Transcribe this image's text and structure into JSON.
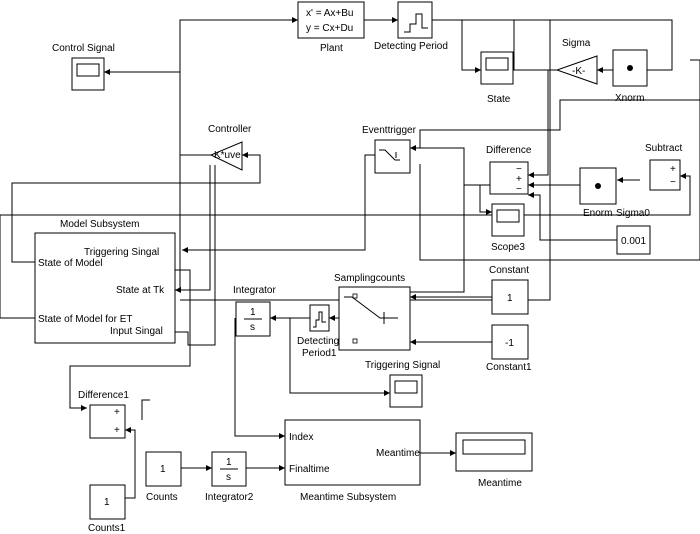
{
  "blocks": {
    "plant": {
      "name": "Plant",
      "eq1": "x' = Ax+Bu",
      "eq2": "y = Cx+Du"
    },
    "detecting_period": {
      "name": "Detecting Period"
    },
    "control_signal": {
      "name": "Control Signal"
    },
    "state_scope": {
      "name": "State"
    },
    "sigma": {
      "name": "Sigma",
      "gain": "-K-"
    },
    "xnorm": {
      "name": "Xnorm"
    },
    "controller": {
      "name": "Controller",
      "gain": "K*uve"
    },
    "eventtrigger": {
      "name": "Eventtrigger"
    },
    "difference": {
      "name": "Difference",
      "plus": "+",
      "minus": "−",
      "minus2": "−"
    },
    "subtract": {
      "name": "Subtract",
      "plus": "+",
      "minus": "−"
    },
    "enorm": {
      "name": "Enorm"
    },
    "sigma0": {
      "name": "Sigma0",
      "value": "0.001"
    },
    "scope3": {
      "name": "Scope3"
    },
    "model_subsystem": {
      "name": "Model Subsystem",
      "port_triggering": "Triggering Singal",
      "port_state_model": "State of Model",
      "port_state_tk": "State at Tk",
      "port_state_et": "State of Model for ET",
      "port_input": "Input Singal"
    },
    "integrator": {
      "name": "Integrator",
      "num": "1",
      "den": "s"
    },
    "detecting_period1": {
      "name1": "Detecting",
      "name2": "Period1"
    },
    "samplingcounts": {
      "name": "Samplingcounts"
    },
    "constant": {
      "name": "Constant",
      "value": "1"
    },
    "constant1": {
      "name": "Constant1",
      "value": "-1"
    },
    "triggering_signal": {
      "name": "Triggering Signal"
    },
    "difference1": {
      "name": "Difference1",
      "plus1": "+",
      "plus2": "+"
    },
    "counts": {
      "name": "Counts",
      "value": "1"
    },
    "integrator2": {
      "name": "Integrator2",
      "num": "1",
      "den": "s"
    },
    "meantime_subsystem": {
      "name": "Meantime Subsystem",
      "port_index": "Index",
      "port_finaltime": "Finaltime",
      "port_meantime": "Meantime"
    },
    "meantime_display": {
      "name": "Meantime"
    },
    "counts1": {
      "name": "Counts1",
      "value": "1"
    }
  }
}
